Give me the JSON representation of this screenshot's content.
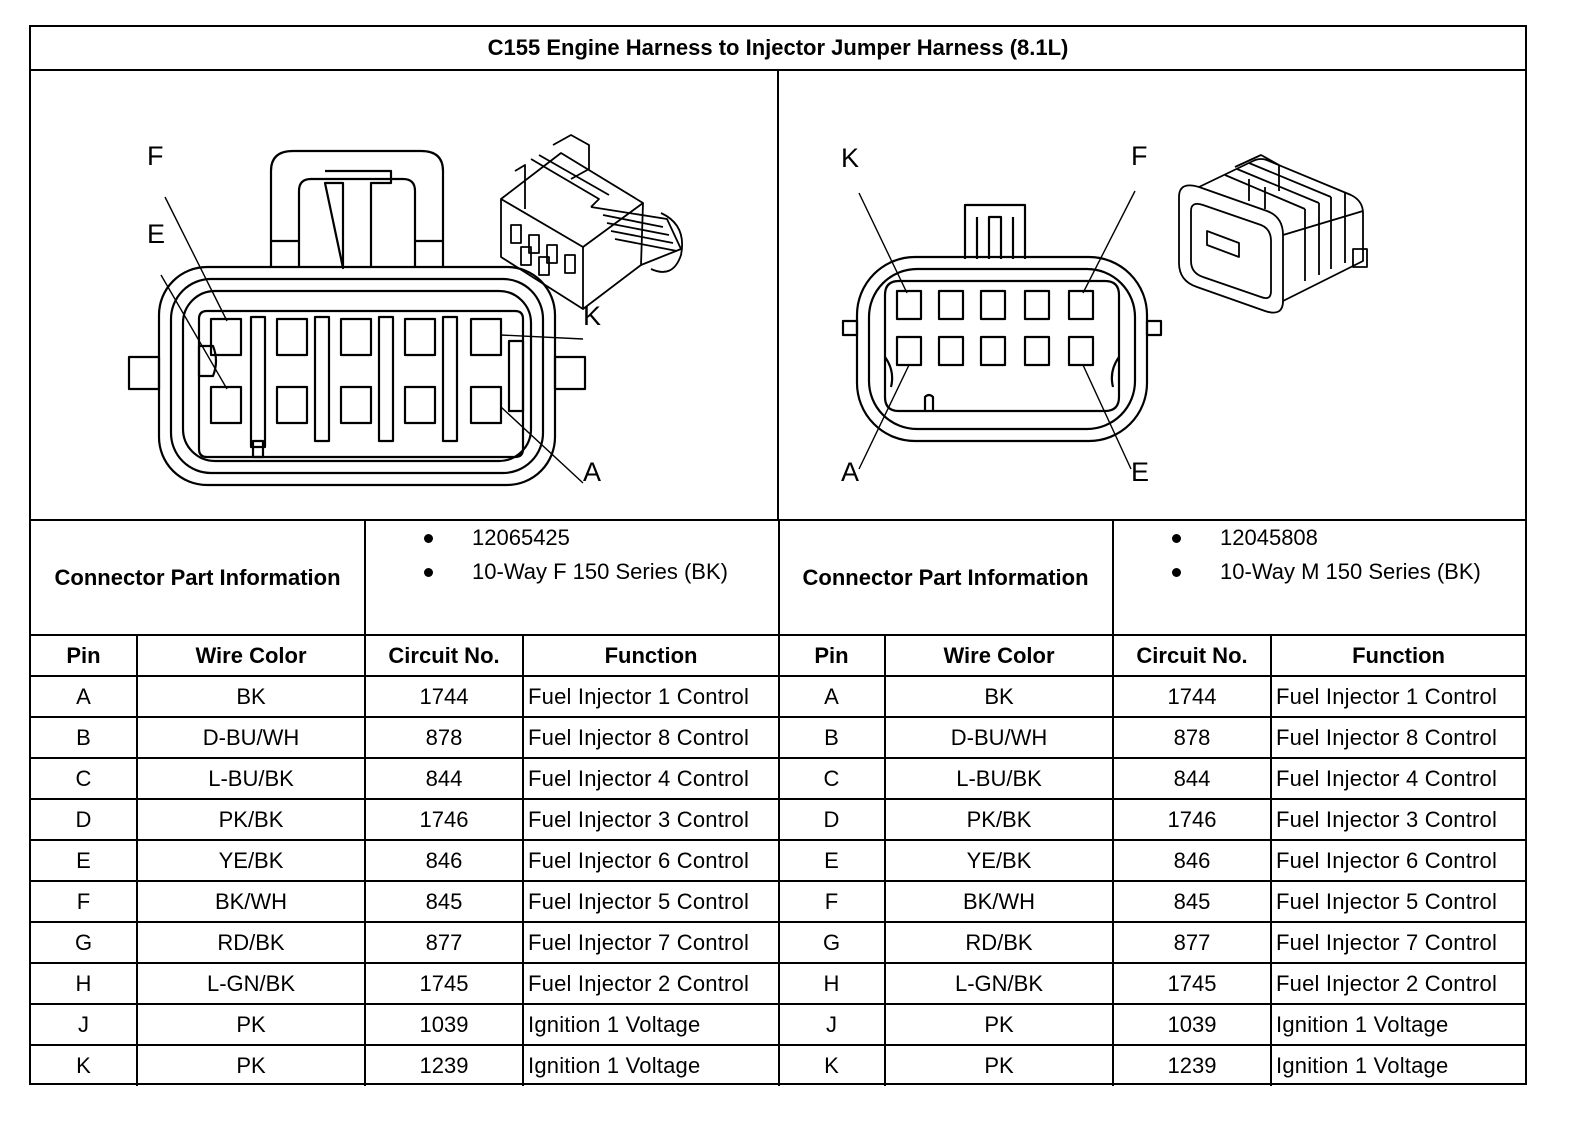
{
  "title": "C155 Engine Harness to Injector Jumper Harness (8.1L)",
  "left_connector": {
    "pin_labels": {
      "top_left": "F",
      "mid_left": "E",
      "top_right": "K",
      "bottom_right": "A"
    },
    "info_label": "Connector Part Information",
    "info_values": [
      "12065425",
      "10-Way F 150 Series (BK)"
    ]
  },
  "right_connector": {
    "pin_labels": {
      "top_left": "K",
      "top_right": "F",
      "bottom_left": "A",
      "bottom_right": "E"
    },
    "info_label": "Connector Part Information",
    "info_values": [
      "12045808",
      "10-Way M 150 Series (BK)"
    ]
  },
  "columns": [
    "Pin",
    "Wire Color",
    "Circuit No.",
    "Function"
  ],
  "rows": [
    [
      "A",
      "BK",
      "1744",
      "Fuel Injector 1 Control"
    ],
    [
      "B",
      "D-BU/WH",
      "878",
      "Fuel Injector 8 Control"
    ],
    [
      "C",
      "L-BU/BK",
      "844",
      "Fuel Injector 4 Control"
    ],
    [
      "D",
      "PK/BK",
      "1746",
      "Fuel Injector 3 Control"
    ],
    [
      "E",
      "YE/BK",
      "846",
      "Fuel Injector 6 Control"
    ],
    [
      "F",
      "BK/WH",
      "845",
      "Fuel Injector 5 Control"
    ],
    [
      "G",
      "RD/BK",
      "877",
      "Fuel Injector 7 Control"
    ],
    [
      "H",
      "L-GN/BK",
      "1745",
      "Fuel Injector 2 Control"
    ],
    [
      "J",
      "PK",
      "1039",
      "Ignition 1 Voltage"
    ],
    [
      "K",
      "PK",
      "1239",
      "Ignition 1 Voltage"
    ]
  ]
}
